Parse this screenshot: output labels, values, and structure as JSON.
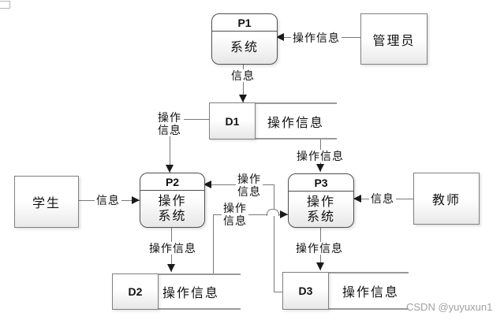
{
  "diagram": {
    "watermark": "CSDN @yuyuxun1",
    "colors": {
      "process_border": "#4f4f4f",
      "entity_border": "#808080",
      "connector_line": "#7a7a7a",
      "datastore_line": "#9a9a9a",
      "arrowhead": "#1a1a1a",
      "fill_gradient_bottom": "#e7e7e7",
      "watermark_gray": "#a0a0a0"
    },
    "processes": [
      {
        "id": "P1",
        "name_line1": "系统",
        "name_line2": ""
      },
      {
        "id": "P2",
        "name_line1": "操作",
        "name_line2": "系统"
      },
      {
        "id": "P3",
        "name_line1": "操作",
        "name_line2": "系统"
      }
    ],
    "entities": {
      "admin": {
        "label": "管理员"
      },
      "student": {
        "label": "学生"
      },
      "teacher": {
        "label": "教师"
      }
    },
    "datastores": [
      {
        "id": "D1",
        "label": "操作信息"
      },
      {
        "id": "D2",
        "label": "操作信息"
      },
      {
        "id": "D3",
        "label": "操作信息"
      }
    ],
    "flows": {
      "admin_to_p1": {
        "label": "操作信息"
      },
      "p1_to_d1": {
        "label": "信息"
      },
      "d1_to_p2": {
        "label_line1": "操作",
        "label_line2": "信息"
      },
      "d1_to_p3": {
        "label": "操作信息"
      },
      "student_to_p2": {
        "label": "信息"
      },
      "teacher_to_p3": {
        "label": "信息"
      },
      "d3_to_p2": {
        "label_line1": "操作",
        "label_line2": "信息"
      },
      "d2_to_p3": {
        "label_line1": "操作",
        "label_line2": "信息"
      },
      "p2_to_d2": {
        "label": "操作信息"
      },
      "p3_to_d3": {
        "label": "操作信息"
      }
    }
  }
}
